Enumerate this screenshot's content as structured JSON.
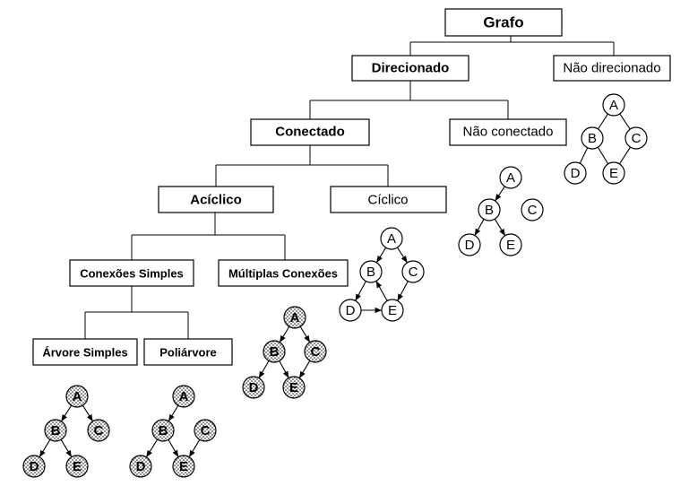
{
  "taxonomy": {
    "grafo": "Grafo",
    "direcionado": "Direcionado",
    "nao_direcionado": "Não direcionado",
    "conectado": "Conectado",
    "nao_conectado": "Não conectado",
    "aciclico": "Acíclico",
    "ciclico": "Cíclico",
    "conexoes_simples": "Conexões Simples",
    "multiplas_conexoes": "Múltiplas Conexões",
    "arvore_simples": "Árvore Simples",
    "poliarvore": "Poliárvore"
  },
  "example_graphs": {
    "nao_direcionado": {
      "nodes": [
        "A",
        "B",
        "C",
        "D",
        "E"
      ],
      "edges": [
        [
          "A",
          "B"
        ],
        [
          "A",
          "C"
        ],
        [
          "B",
          "D"
        ],
        [
          "B",
          "E"
        ],
        [
          "C",
          "E"
        ]
      ],
      "directed": false,
      "dotted": false
    },
    "nao_conectado": {
      "nodes": [
        "A",
        "B",
        "C",
        "D",
        "E"
      ],
      "edges": [
        [
          "A",
          "B"
        ],
        [
          "B",
          "D"
        ],
        [
          "B",
          "E"
        ]
      ],
      "directed": true,
      "dotted": false
    },
    "ciclico": {
      "nodes": [
        "A",
        "B",
        "C",
        "D",
        "E"
      ],
      "edges": [
        [
          "A",
          "B"
        ],
        [
          "A",
          "C"
        ],
        [
          "B",
          "D"
        ],
        [
          "D",
          "E"
        ],
        [
          "E",
          "B"
        ],
        [
          "C",
          "E"
        ]
      ],
      "directed": true,
      "dotted": false
    },
    "multiplas_conexoes": {
      "nodes": [
        "A",
        "B",
        "C",
        "D",
        "E"
      ],
      "edges": [
        [
          "A",
          "B"
        ],
        [
          "A",
          "C"
        ],
        [
          "B",
          "D"
        ],
        [
          "B",
          "E"
        ],
        [
          "C",
          "E"
        ]
      ],
      "directed": true,
      "dotted": true
    },
    "arvore_simples": {
      "nodes": [
        "A",
        "B",
        "C",
        "D",
        "E"
      ],
      "edges": [
        [
          "A",
          "B"
        ],
        [
          "A",
          "C"
        ],
        [
          "B",
          "D"
        ],
        [
          "B",
          "E"
        ]
      ],
      "directed": true,
      "dotted": true
    },
    "poliarvore": {
      "nodes": [
        "A",
        "B",
        "C",
        "D",
        "E"
      ],
      "edges": [
        [
          "A",
          "B"
        ],
        [
          "B",
          "D"
        ],
        [
          "B",
          "E"
        ],
        [
          "C",
          "E"
        ]
      ],
      "directed": true,
      "dotted": true
    }
  }
}
